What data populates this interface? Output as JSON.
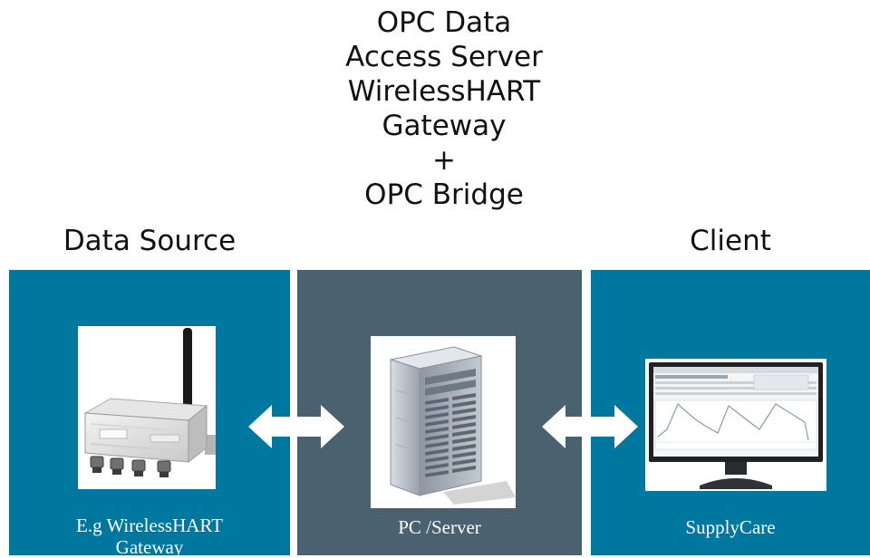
{
  "headings": {
    "center_lines": [
      "OPC Data",
      "Access Server",
      "WirelessHART",
      "Gateway",
      "+",
      "OPC Bridge"
    ],
    "left": "Data Source",
    "right": "Client"
  },
  "panels": {
    "left": {
      "caption_line1": "E.g WirelessHART",
      "caption_line2": "Gateway",
      "color": "#00779f"
    },
    "middle": {
      "caption": "PC /Server",
      "color": "#4a6170"
    },
    "right": {
      "caption": "SupplyCare",
      "color": "#00779f"
    }
  },
  "icons": {
    "left_image": "wirelesshart-gateway-device-image",
    "middle_image": "server-tower-image",
    "right_image": "monitor-screen-image",
    "arrows": "double-headed-arrow-icon"
  }
}
